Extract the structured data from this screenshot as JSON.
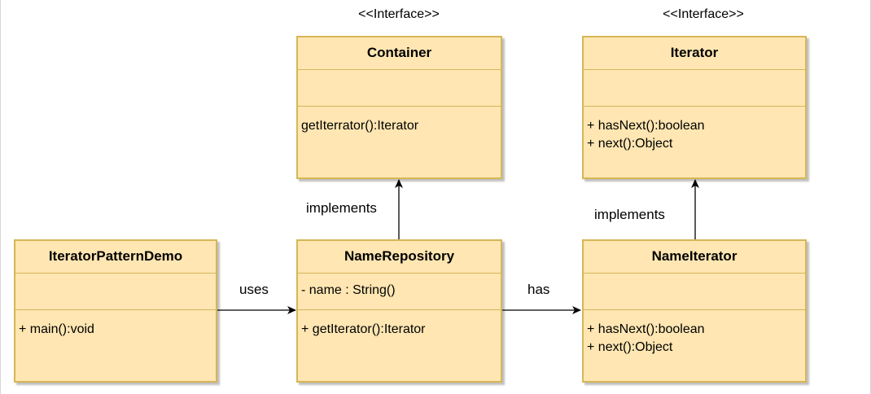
{
  "stereotypes": {
    "container": "<<Interface>>",
    "iterator": "<<Interface>>"
  },
  "classes": {
    "container": {
      "name": "Container",
      "attributes": [],
      "methods": [
        "getIterrator():Iterator"
      ]
    },
    "iterator": {
      "name": "Iterator",
      "attributes": [],
      "methods": [
        "+ hasNext():boolean",
        "+ next():Object"
      ]
    },
    "demo": {
      "name": "IteratorPatternDemo",
      "attributes": [],
      "methods": [
        "+ main():void"
      ]
    },
    "repository": {
      "name": "NameRepository",
      "attributes": [
        "- name : String()"
      ],
      "methods": [
        "+ getIterator():Iterator"
      ]
    },
    "nameiterator": {
      "name": "NameIterator",
      "attributes": [],
      "methods": [
        "+ hasNext():boolean",
        "+ next():Object"
      ]
    }
  },
  "relations": {
    "uses": "uses",
    "has": "has",
    "implements_container": "implements",
    "implements_iterator": "implements"
  },
  "colors": {
    "class_fill": "#ffe6b2",
    "class_border": "#d6b656",
    "line": "#000000"
  }
}
